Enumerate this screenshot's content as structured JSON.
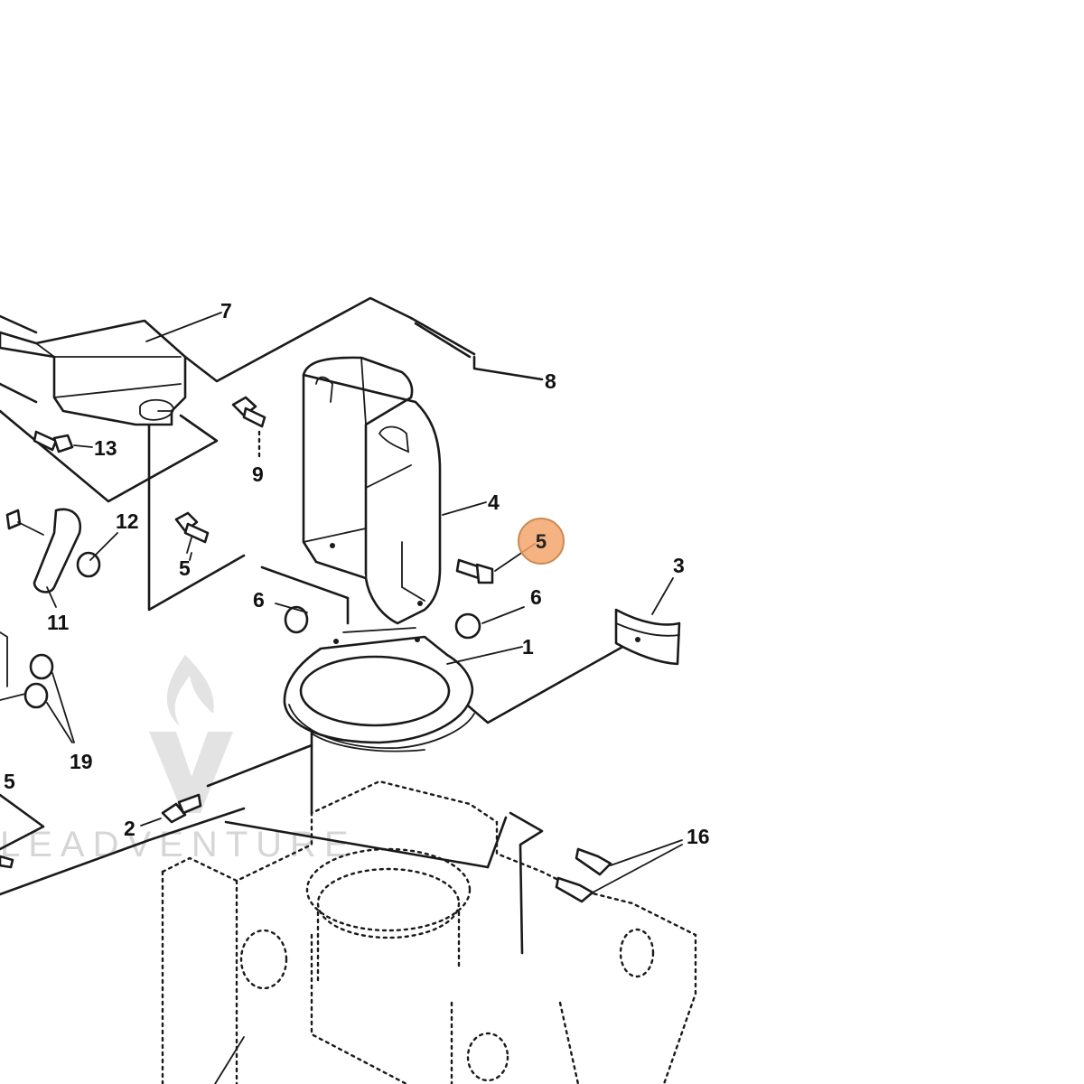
{
  "diagram": {
    "callout_labels": [
      "1",
      "2",
      "3",
      "4",
      "5",
      "5",
      "6",
      "6",
      "7",
      "8",
      "9",
      "11",
      "12",
      "13",
      "16",
      "19",
      "5"
    ],
    "highlighted_callout": "5",
    "highlight_color": "#f2a66a",
    "highlight_border_color": "#c98a55",
    "line_color": "#1a1a1a"
  },
  "watermark": {
    "text": "LEADVENTURE",
    "icon": "flame-v-logo-icon"
  }
}
